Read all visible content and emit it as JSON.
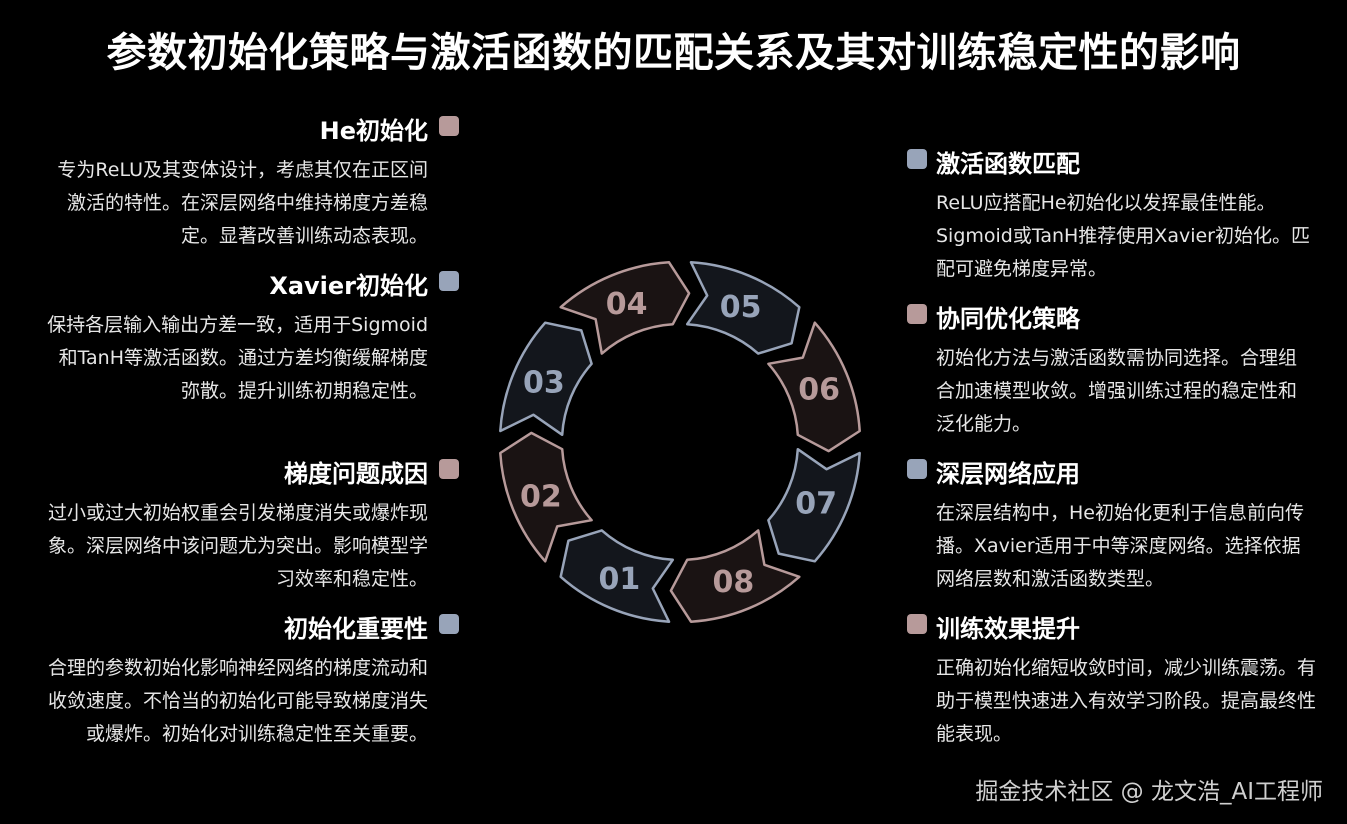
{
  "title": "参数初始化策略与激活函数的匹配关系及其对训练稳定性的影响",
  "left_items": [
    {
      "label": "He初始化",
      "desc": "专为ReLU及其变体设计，考虑其仅在正区间激活的特性。在深层网络中维持梯度方差稳定。显著改善训练动态表现。",
      "color": "#b79a9a"
    },
    {
      "label": "Xavier初始化",
      "desc": "保持各层输入输出方差一致，适用于Sigmoid和TanH等激活函数。通过方差均衡缓解梯度弥散。提升训练初期稳定性。",
      "color": "#98a4b9"
    },
    {
      "label": "梯度问题成因",
      "desc": "过小或过大初始权重会引发梯度消失或爆炸现象。深层网络中该问题尤为突出。影响模型学习效率和稳定性。",
      "color": "#b79a9a"
    },
    {
      "label": "初始化重要性",
      "desc": "合理的参数初始化影响神经网络的梯度流动和收敛速度。不恰当的初始化可能导致梯度消失或爆炸。初始化对训练稳定性至关重要。",
      "color": "#98a4b9"
    }
  ],
  "right_items": [
    {
      "label": "激活函数匹配",
      "desc": "ReLU应搭配He初始化以发挥最佳性能。Sigmoid或TanH推荐使用Xavier初始化。匹配可避免梯度异常。",
      "color": "#98a4b9"
    },
    {
      "label": "协同优化策略",
      "desc": "初始化方法与激活函数需协同选择。合理组合加速模型收敛。增强训练过程的稳定性和泛化能力。",
      "color": "#b79a9a"
    },
    {
      "label": "深层网络应用",
      "desc": "在深层结构中，He初始化更利于信息前向传播。Xavier适用于中等深度网络。选择依据网络层数和激活函数类型。",
      "color": "#98a4b9"
    },
    {
      "label": "训练效果提升",
      "desc": "正确初始化缩短收敛时间，减少训练震荡。有助于模型快速进入有效学习阶段。提高最终性能表现。",
      "color": "#b79a9a"
    }
  ],
  "cycle": {
    "segments": [
      {
        "num": "01",
        "color": "#98a4b9",
        "fill": "#13161c"
      },
      {
        "num": "02",
        "color": "#b79a9a",
        "fill": "#1a1313"
      },
      {
        "num": "03",
        "color": "#98a4b9",
        "fill": "#13161c"
      },
      {
        "num": "04",
        "color": "#b79a9a",
        "fill": "#1a1313"
      },
      {
        "num": "05",
        "color": "#98a4b9",
        "fill": "#13161c"
      },
      {
        "num": "06",
        "color": "#b79a9a",
        "fill": "#1a1313"
      },
      {
        "num": "07",
        "color": "#98a4b9",
        "fill": "#13161c"
      },
      {
        "num": "08",
        "color": "#b79a9a",
        "fill": "#1a1313"
      }
    ]
  },
  "watermark": "掘金技术社区 @ 龙文浩_AI工程师"
}
